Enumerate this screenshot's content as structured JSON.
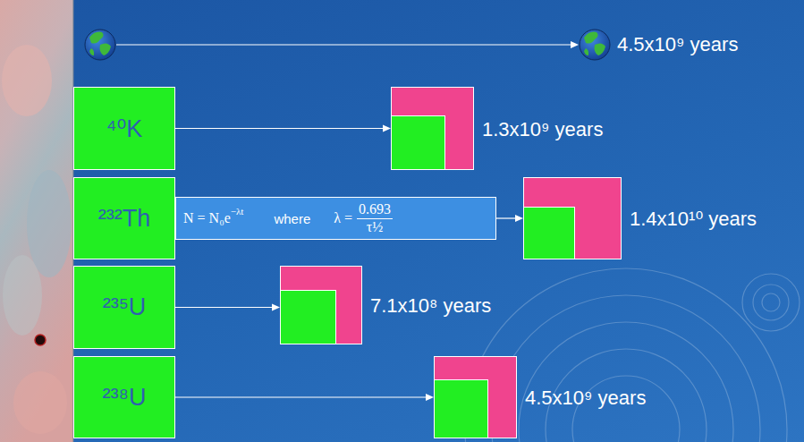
{
  "diagram": {
    "nodes": [
      {
        "text": [
          "⁴⁰K"
        ]
      },
      {
        "text": [
          "1.3x10⁹ years"
        ]
      },
      {
        "text": [
          "²³²Th"
        ]
      },
      {
        "text": [
          "N = N₀e",
          "−λt",
          "where",
          "λ =",
          "0.693",
          "τ½"
        ]
      },
      {
        "text": [
          "1.4x10¹⁰ years"
        ]
      },
      {
        "text": [
          "²³⁵U"
        ]
      },
      {
        "text": [
          "7.1x10⁸ years"
        ]
      },
      {
        "text": [
          "²³⁸U"
        ]
      },
      {
        "text": [
          "4.5x10⁹ years"
        ]
      }
    ],
    "edges": [
      {
        "from": 0,
        "to": 1,
        "arrow": "to"
      },
      {
        "from": 3,
        "to": 4,
        "arrow": "to"
      },
      {
        "from": 5,
        "to": 6,
        "arrow": "to"
      },
      {
        "from": 7,
        "to": 8,
        "arrow": "to"
      }
    ],
    "labels": [
      "4.5x10⁹ years"
    ]
  }
}
